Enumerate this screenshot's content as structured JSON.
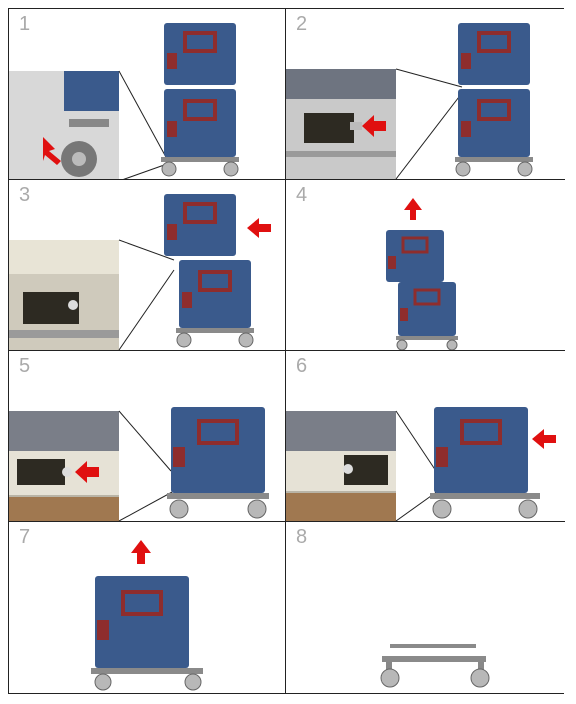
{
  "steps": [
    {
      "number": "1"
    },
    {
      "number": "2"
    },
    {
      "number": "3"
    },
    {
      "number": "4"
    },
    {
      "number": "5"
    },
    {
      "number": "6"
    },
    {
      "number": "7"
    },
    {
      "number": "8"
    }
  ],
  "colors": {
    "container_blue": "#3a5a8c",
    "container_dark": "#2b456e",
    "handle_red": "#8e2d2d",
    "arrow_red": "#e01010",
    "frame_gray": "#8a8a8a",
    "wheel_gray": "#b8b8b8",
    "cell_border": "#222222",
    "step_number": "#aaaaaa"
  }
}
